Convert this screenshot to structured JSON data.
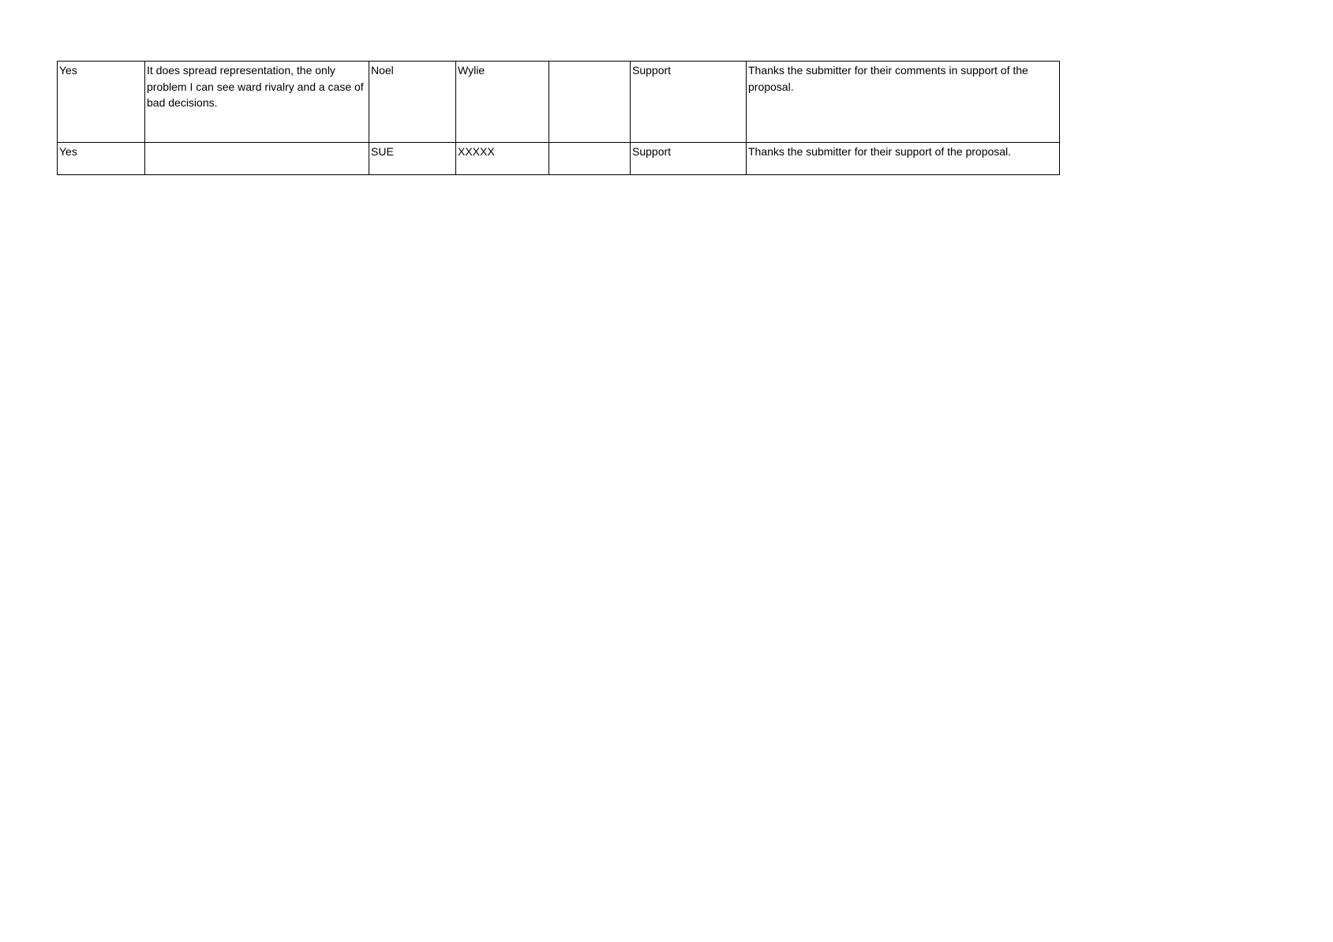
{
  "rows": [
    [
      "Yes",
      "It does spread representation, the only problem I can see ward rivalry and a case of bad decisions.",
      "Noel",
      "Wylie",
      "",
      "Support",
      "Thanks the submitter for their comments in support of the proposal."
    ],
    [
      "Yes",
      "",
      "SUE",
      "XXXXX",
      "",
      "Support",
      "Thanks the submitter for their support of the proposal."
    ]
  ]
}
